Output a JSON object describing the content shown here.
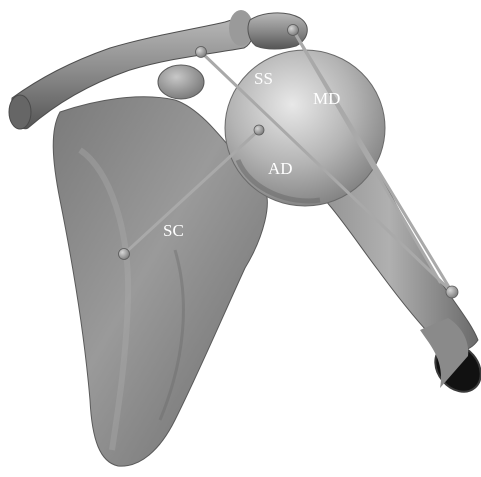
{
  "labels": {
    "ss": "SS",
    "md": "MD",
    "ad": "AD",
    "sc": "SC"
  },
  "colors": {
    "background": "#ffffff",
    "bone_dark": "#5c5c5c",
    "bone_mid": "#8e8e8e",
    "bone_light": "#c4c4c4",
    "muscle_line": "#a9a9a9",
    "label_text": "#ffffff"
  }
}
